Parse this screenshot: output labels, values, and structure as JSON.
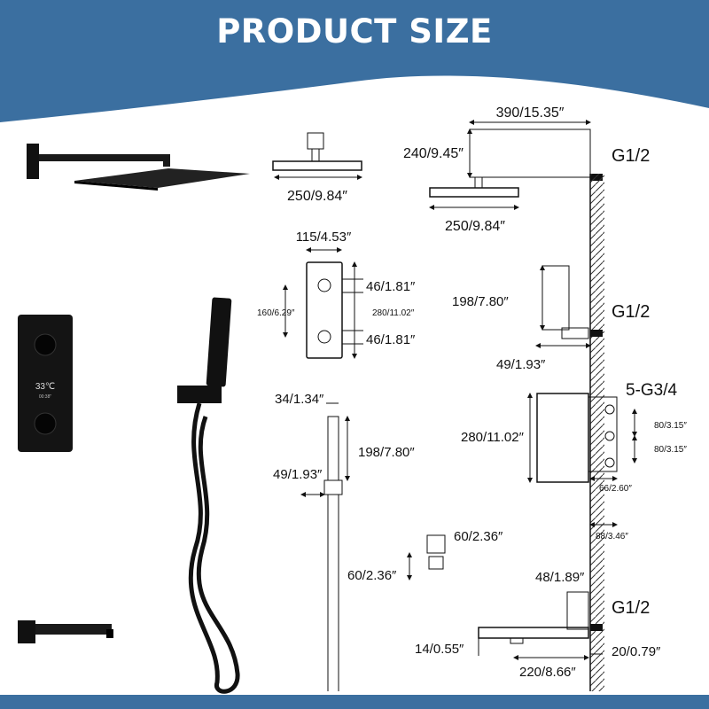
{
  "header": {
    "title": "PRODUCT SIZE",
    "bg_color": "#3b6fa0",
    "wave_color": "#ffffff"
  },
  "showerhead": {
    "top_view_width": "250/9.84″",
    "arm_length": "390/15.35″",
    "drop_height": "240/9.45″",
    "side_view_width": "250/9.84″",
    "connection": "G1/2"
  },
  "valve": {
    "width": "115/4.53″",
    "knob_spacing": "160/6.29″",
    "height": "280/11.02″",
    "knob_top": "46/1.81″",
    "knob_bottom": "46/1.81″",
    "display_temp": "33℃",
    "display_sub": "00:38″"
  },
  "holder": {
    "height": "198/7.80″",
    "offset": "49/1.93″",
    "connection": "G1/2"
  },
  "handshower": {
    "head_width": "34/1.34″",
    "length": "198/7.80″",
    "offset": "49/1.93″"
  },
  "rough_in": {
    "connection": "5-G3/4",
    "height": "280/11.02″",
    "spacing_top": "80/3.15″",
    "spacing_bottom": "80/3.15″",
    "depth": "66/2.60″",
    "total_depth": "88/3.46″"
  },
  "outlet": {
    "width": "60/2.36″",
    "height": "60/2.36″"
  },
  "spout": {
    "depth": "48/1.89″",
    "connection": "G1/2",
    "height": "14/0.55″",
    "length": "220/8.66″",
    "projection": "20/0.79″"
  }
}
